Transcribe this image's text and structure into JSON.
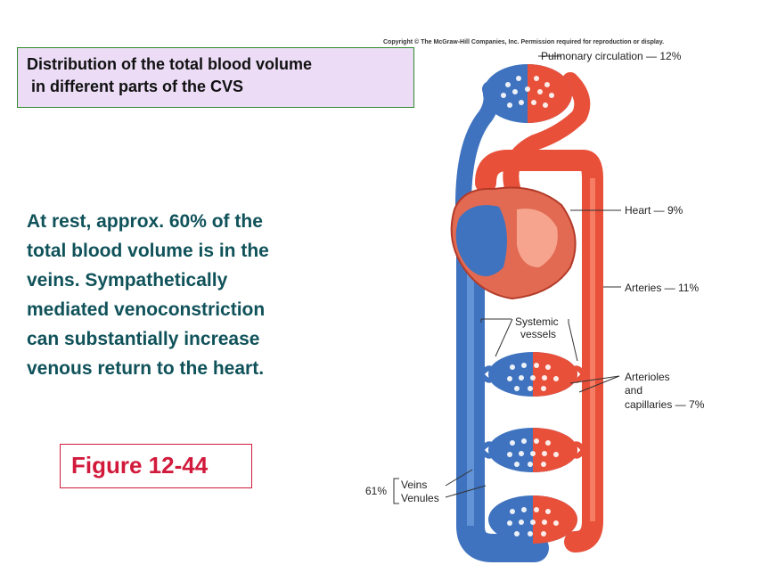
{
  "title": {
    "line1": "Distribution of the total blood volume",
    "line2": " in different parts of the CVS"
  },
  "body": [
    "At rest, approx. 60% of the",
    "total blood volume is in the",
    "veins.  Sympathetically",
    "mediated venoconstriction",
    "can substantially increase",
    "venous return to the heart."
  ],
  "figure_label": "Figure 12-44",
  "diagram": {
    "copyright": "Copyright © The McGraw-Hill Companies, Inc. Permission required for reproduction or display.",
    "pulmonary": "Pulmonary circulation — 12%",
    "heart": "Heart — 9%",
    "arteries": "Arteries — 11%",
    "systemic_1": "Systemic",
    "systemic_2": "vessels",
    "arterioles_1": "Arterioles",
    "arterioles_2": "and",
    "arterioles_3": "capillaries — 7%",
    "veins_pct": "61%",
    "veins": "Veins",
    "venules": "Venules"
  },
  "colors": {
    "artery": "#e8503a",
    "vein": "#4a7fc8",
    "title_bg": "#ecdcf6",
    "title_border": "#2e8b2e",
    "body_text": "#10525a",
    "figure_red": "#d21b3c"
  }
}
